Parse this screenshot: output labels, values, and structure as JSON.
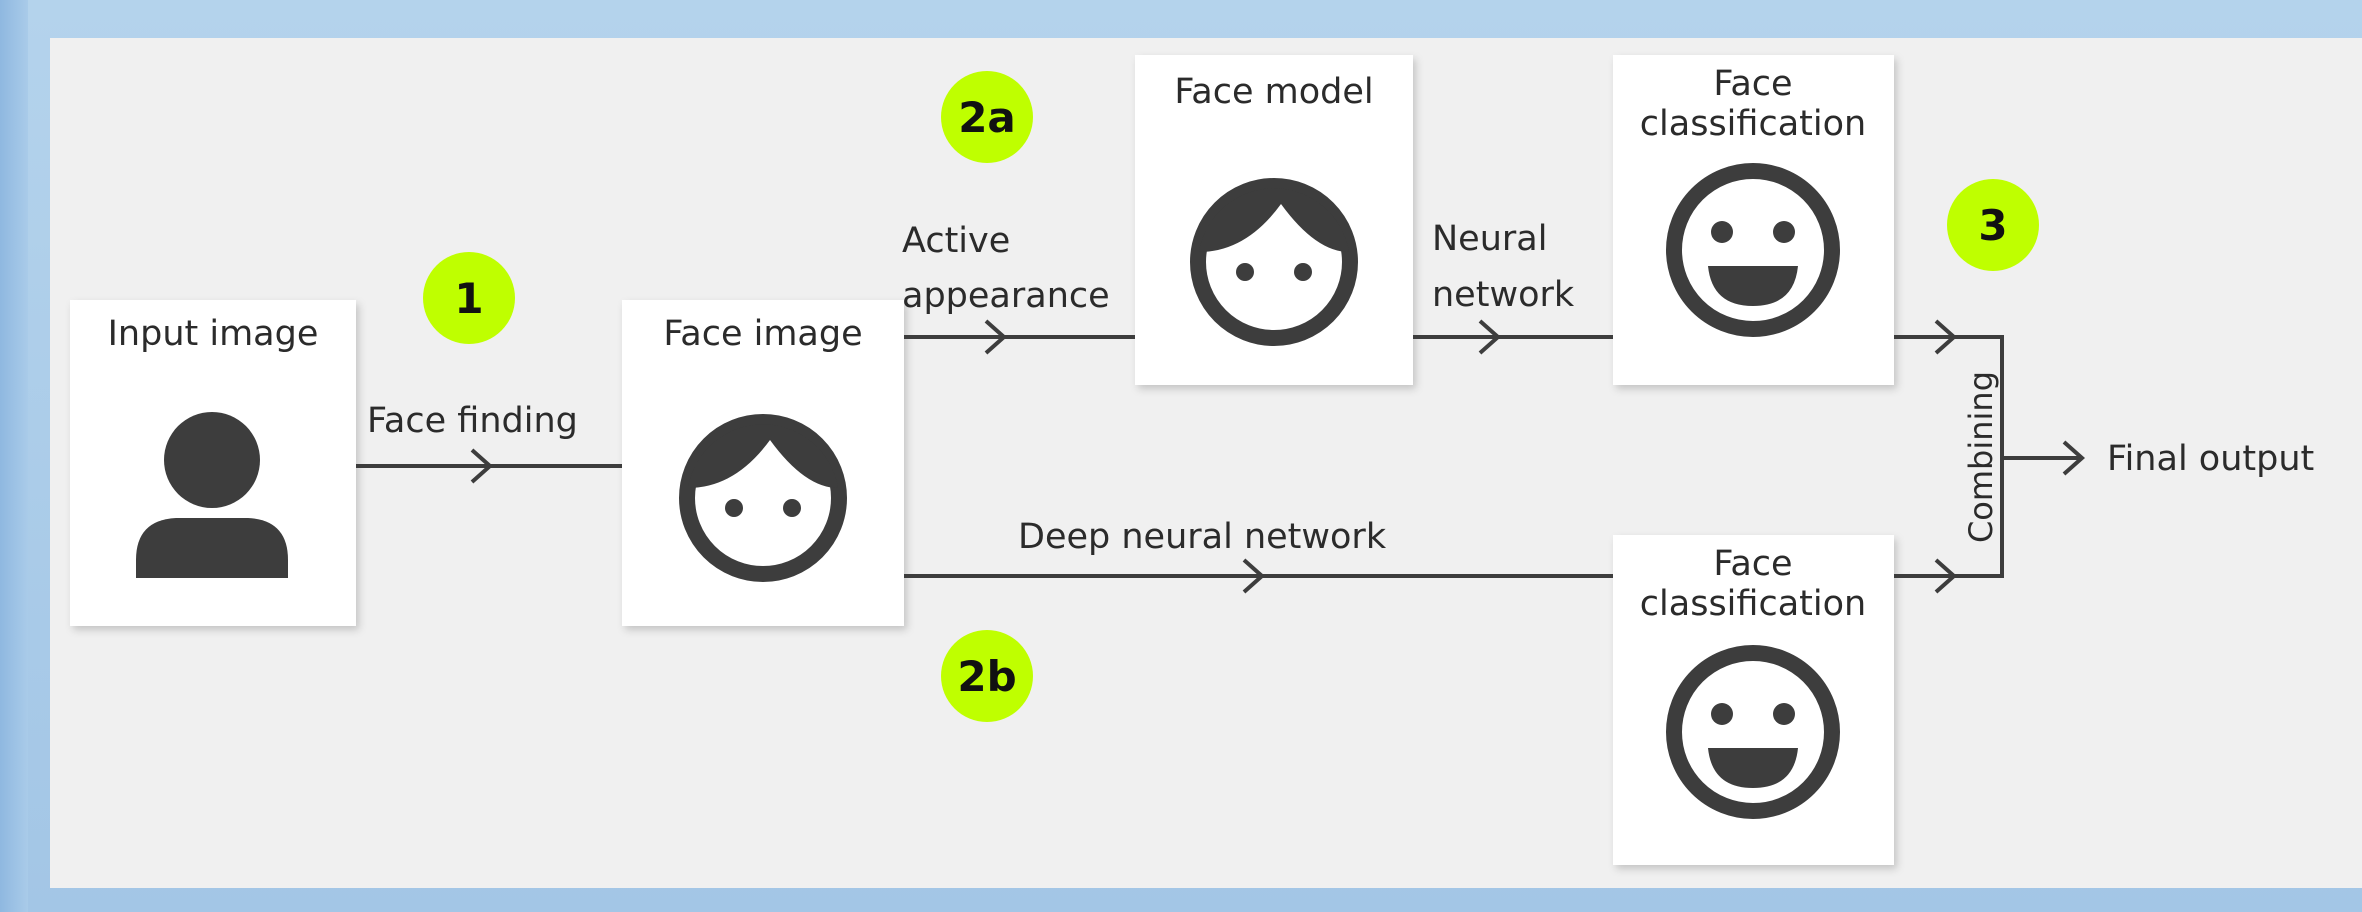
{
  "diagram": {
    "boxes": {
      "input": {
        "title": "Input image",
        "icon": "person-icon"
      },
      "face_image": {
        "title": "Face image",
        "icon": "face-icon"
      },
      "face_model": {
        "title": "Face model",
        "icon": "face-icon"
      },
      "classification_top": {
        "title_line1": "Face",
        "title_line2": "classification",
        "icon": "smiley-icon"
      },
      "classification_bottom": {
        "title_line1": "Face",
        "title_line2": "classification",
        "icon": "smiley-icon"
      }
    },
    "steps": {
      "step1": "1",
      "step2a": "2a",
      "step2b": "2b",
      "step3": "3"
    },
    "edges": {
      "face_finding": "Face finding",
      "active_line1": "Active",
      "active_line2": "appearance",
      "neural_line1": "Neural",
      "neural_line2": "network",
      "deep_neural_network": "Deep neural network",
      "combining": "Combining",
      "final_output": "Final output"
    },
    "colors": {
      "step_badge": "#bfff00",
      "stroke": "#3d3d3d",
      "box_fill": "#ffffff",
      "background": "#f0f0f0"
    }
  }
}
